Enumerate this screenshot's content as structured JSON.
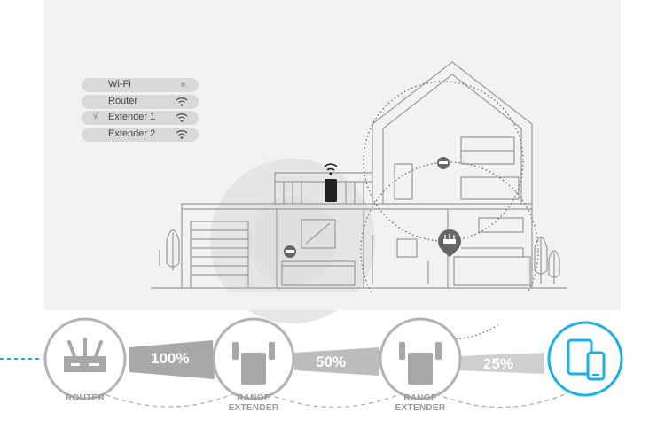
{
  "wifi_list": [
    {
      "label": "Wi-Fi",
      "check": "",
      "icon": "dot-icon"
    },
    {
      "label": "Router",
      "check": "",
      "icon": "wifi-icon"
    },
    {
      "label": "Extender 1",
      "check": "√",
      "icon": "wifi-icon"
    },
    {
      "label": "Extender 2",
      "check": "",
      "icon": "wifi-icon"
    }
  ],
  "chain": {
    "router_label": "ROUTER",
    "extender1_label": [
      "RANGE",
      "EXTENDER"
    ],
    "extender2_label": [
      "RANGE",
      "EXTENDER"
    ],
    "link1": "100%",
    "link2": "50%",
    "link3": "25%"
  },
  "colors": {
    "accent": "#1ab0e8",
    "gray": "#a8a8a8",
    "panel": "#f2f2f2"
  }
}
